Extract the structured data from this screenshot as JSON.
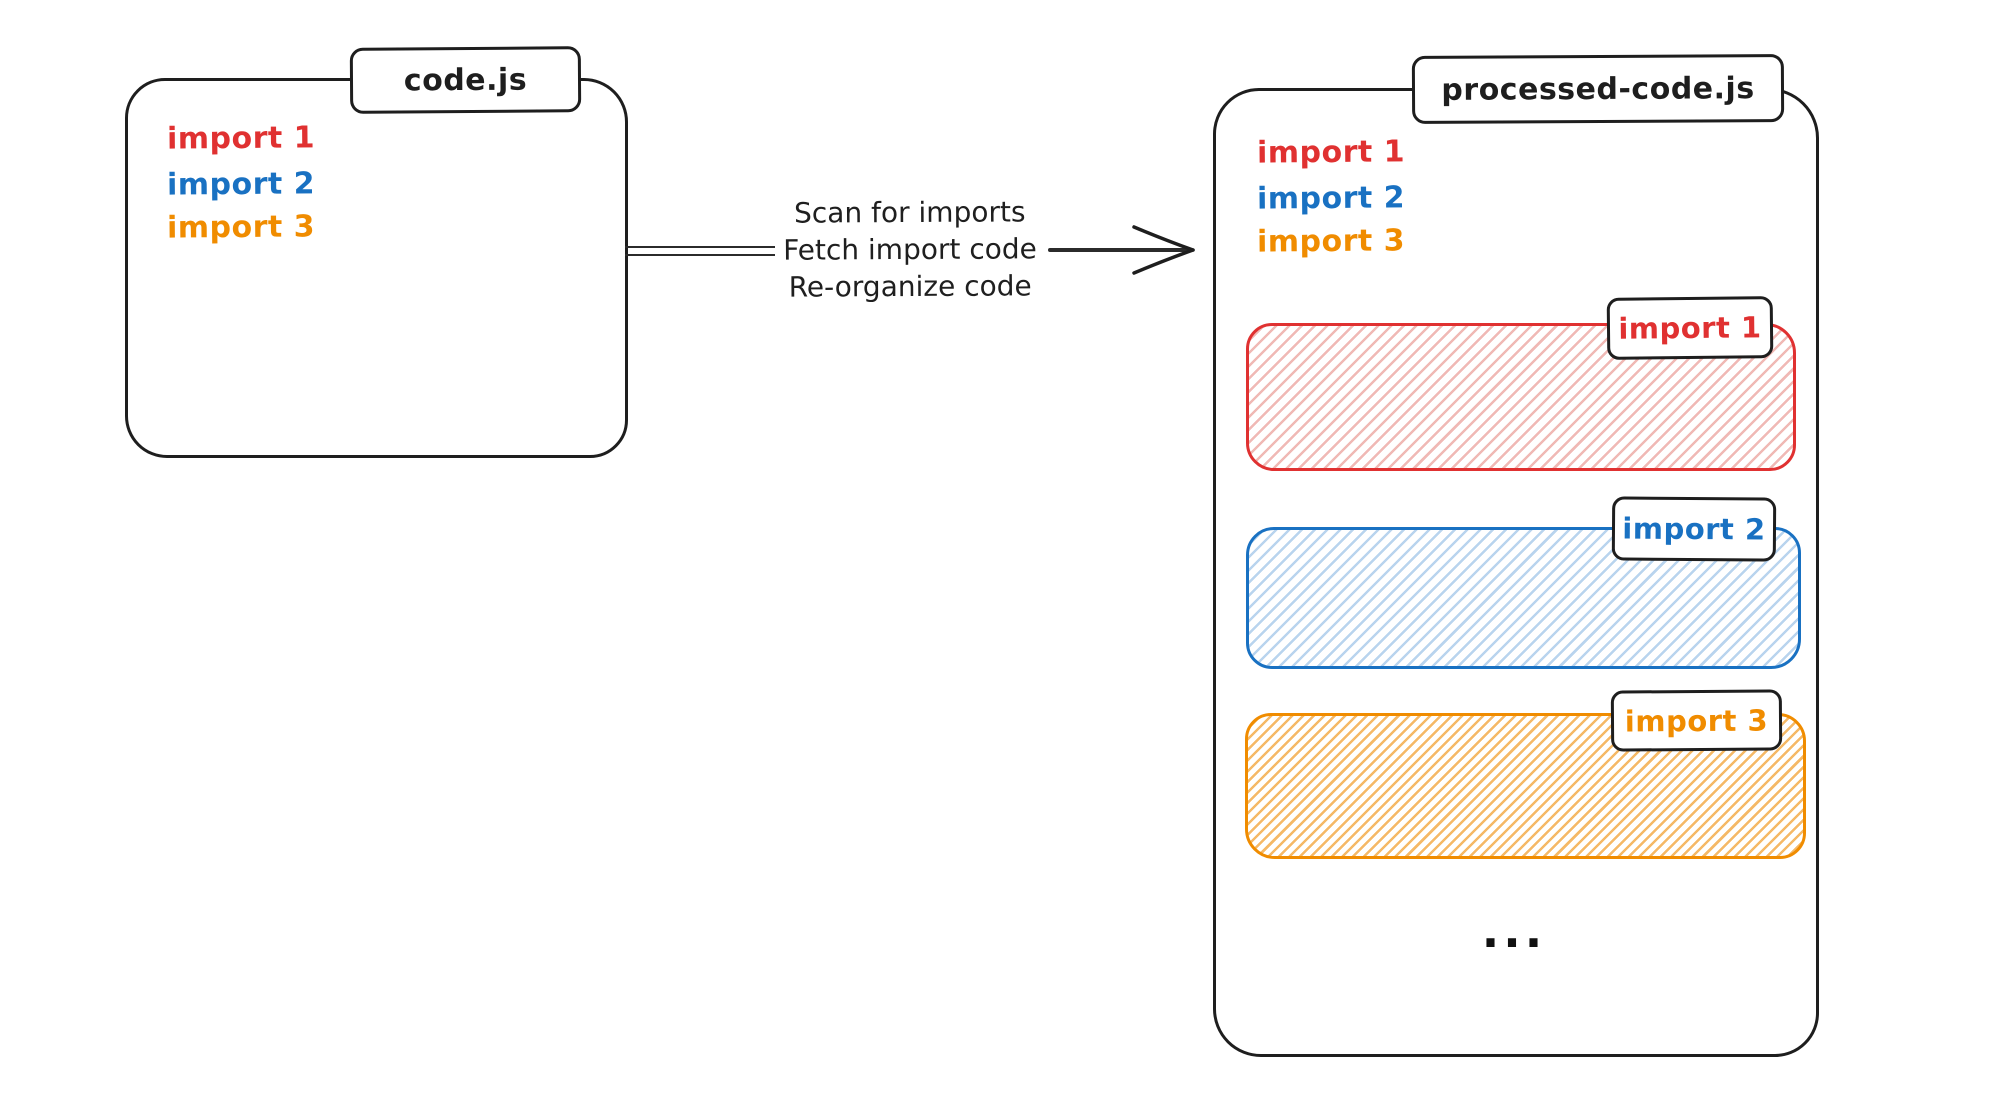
{
  "diagram": {
    "background": "#ffffff",
    "ink": "#1e1e1e"
  },
  "source_file": {
    "title": "code.js",
    "imports": [
      {
        "label": "import 1",
        "color": "#e03131"
      },
      {
        "label": "import 2",
        "color": "#1971c2"
      },
      {
        "label": "import 3",
        "color": "#f08c00"
      }
    ]
  },
  "transform_arrow": {
    "steps": [
      "Scan for imports",
      "Fetch import code",
      "Re-organize code"
    ]
  },
  "output_file": {
    "title": "processed-code.js",
    "imports": [
      {
        "label": "import 1",
        "color": "#e03131"
      },
      {
        "label": "import 2",
        "color": "#1971c2"
      },
      {
        "label": "import 3",
        "color": "#f08c00"
      }
    ],
    "code_blocks": [
      {
        "label": "import 1",
        "color": "#e03131",
        "hatch": "#f0b9b5"
      },
      {
        "label": "import 2",
        "color": "#1971c2",
        "hatch": "#b9d4ee"
      },
      {
        "label": "import 3",
        "color": "#f08c00",
        "hatch": "#f5b967"
      }
    ],
    "more_indicator": "..."
  }
}
